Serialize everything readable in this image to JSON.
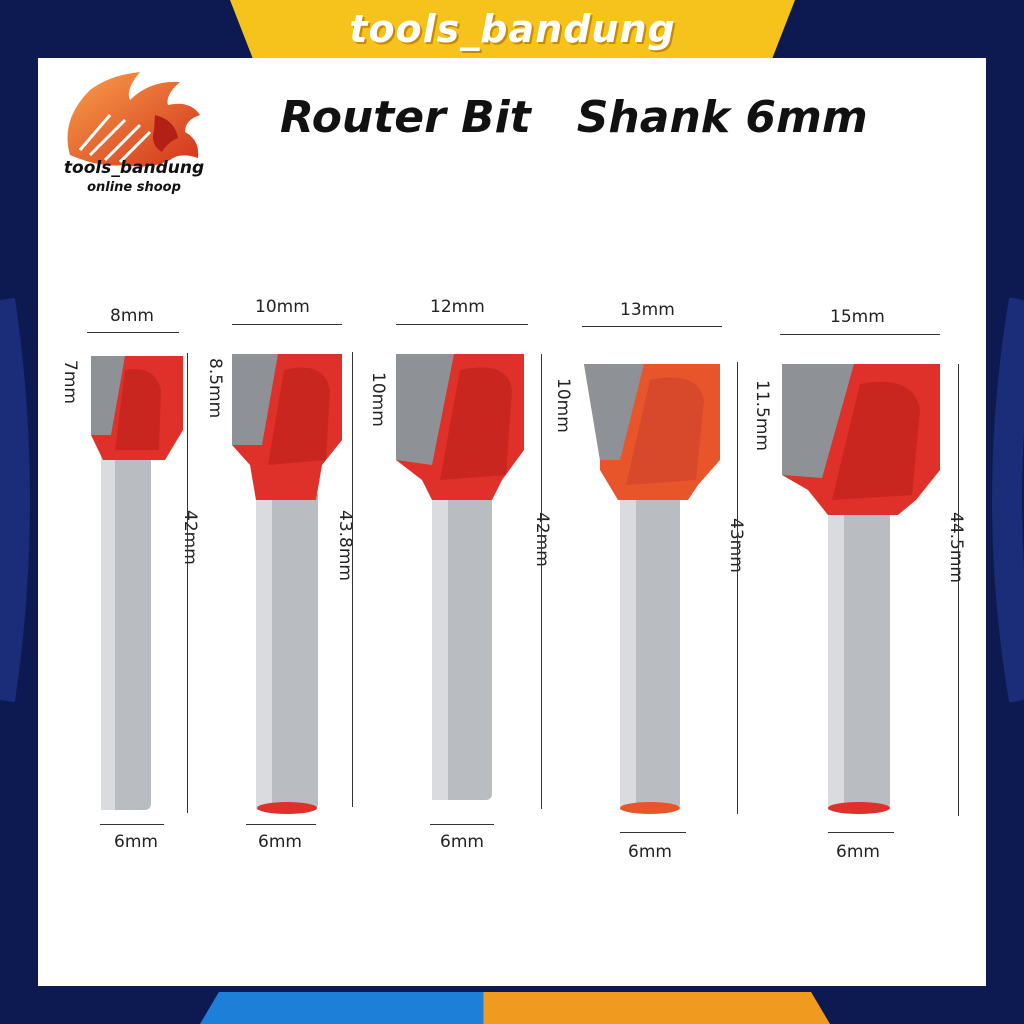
{
  "banner": {
    "text": "tools_bandung"
  },
  "logo": {
    "name": "tools_bandung",
    "sub": "online shoop"
  },
  "title": "Router Bit   Shank 6mm",
  "colors": {
    "navy": "#0d1a52",
    "yellow": "#f6c21c",
    "red": "#e0302a",
    "orange": "#e8552a",
    "steel": "#b9bcc0"
  },
  "bits": [
    {
      "width": "8mm",
      "head": "7mm",
      "length": "42mm",
      "shank": "6mm"
    },
    {
      "width": "10mm",
      "head": "8.5mm",
      "length": "43.8mm",
      "shank": "6mm"
    },
    {
      "width": "12mm",
      "head": "10mm",
      "length": "42mm",
      "shank": "6mm"
    },
    {
      "width": "13mm",
      "head": "10mm",
      "length": "43mm",
      "shank": "6mm"
    },
    {
      "width": "15mm",
      "head": "11.5mm",
      "length": "44.5mm",
      "shank": "6mm"
    }
  ]
}
